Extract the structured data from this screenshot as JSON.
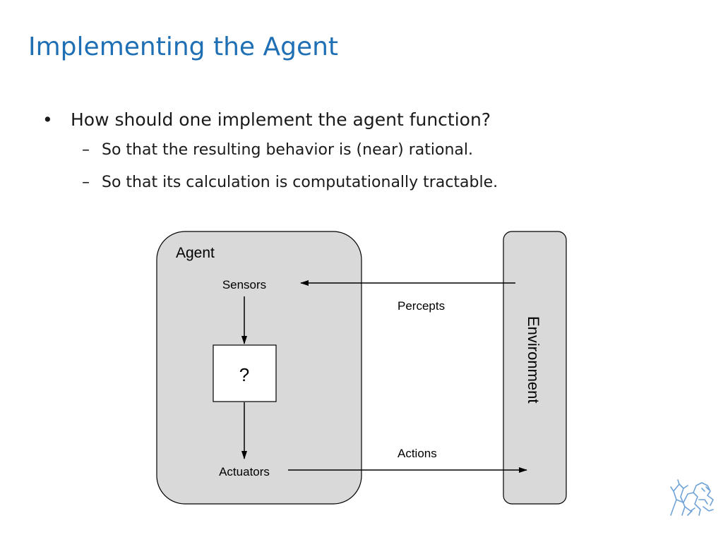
{
  "slide": {
    "title": "Implementing the Agent",
    "bullets": [
      {
        "text": "How should one implement the agent function?",
        "sub": [
          "So that the resulting behavior is (near) rational.",
          "So that its calculation is computationally tractable."
        ]
      }
    ],
    "bullet_marker": "•",
    "sub_marker": "–"
  },
  "diagram": {
    "agent_label": "Agent",
    "sensors_label": "Sensors",
    "function_label": "?",
    "actuators_label": "Actuators",
    "environment_label": "Environment",
    "percepts_label": "Percepts",
    "actions_label": "Actions"
  },
  "colors": {
    "title": "#1f6fb5",
    "box_fill": "#d9d9d9",
    "logo": "#6fa3d8"
  },
  "logo_icon": "lion-emblem-icon"
}
